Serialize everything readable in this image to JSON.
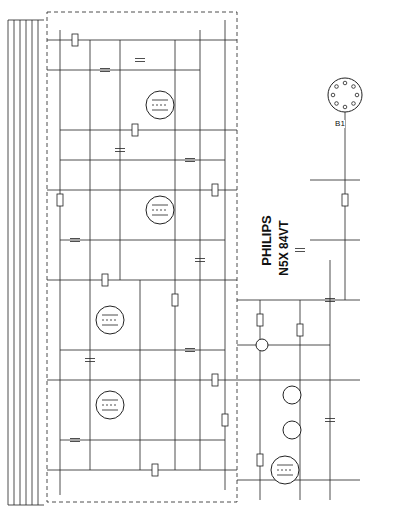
{
  "diagram": {
    "labels": [
      "PHILIPS",
      "N5X 84VT",
      "B1"
    ]
  }
}
